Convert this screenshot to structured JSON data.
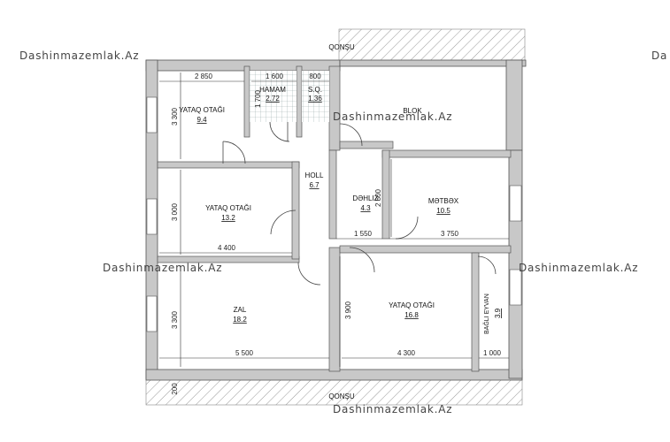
{
  "watermark": "Dashinmazemlak.Az",
  "watermark_clipped": "Da",
  "neighbor_top": "QONŞU",
  "neighbor_bottom": "QONŞU",
  "rooms": {
    "bedroom_nw": {
      "name": "YATAQ OTAĞI",
      "area": "9.4"
    },
    "bathroom": {
      "name": "HAMAM",
      "area": "2.72"
    },
    "wc": {
      "name": "S.Q.",
      "area": "1.36"
    },
    "block": {
      "name": "BLOK"
    },
    "bedroom_w": {
      "name": "YATAQ OTAĞI",
      "area": "13.2"
    },
    "hall": {
      "name": "HOLL",
      "area": "6.7"
    },
    "corridor": {
      "name": "DƏHLIZ",
      "area": "4.3"
    },
    "kitchen": {
      "name": "MƏTBƏX",
      "area": "10.5"
    },
    "living": {
      "name": "ZAL",
      "area": "18.2"
    },
    "bedroom_se": {
      "name": "YATAQ OTAĞI",
      "area": "16.8"
    },
    "balcony": {
      "name": "BAĞLI EYVAN",
      "area": "3.9"
    }
  },
  "dimensions": {
    "nw_width": "2 850",
    "bath_width": "1 600",
    "wc_width": "800",
    "bath_depth": "1 700",
    "nw_height": "3 300",
    "w_height": "3 000",
    "w_width": "4 400",
    "corridor_width": "1 550",
    "kitchen_depth": "2 800",
    "kitchen_width": "3 750",
    "living_height": "3 300",
    "living_width": "5 500",
    "se_height": "3 900",
    "se_width": "4 300",
    "balcony_width": "1 000",
    "outer_wall": "200"
  }
}
